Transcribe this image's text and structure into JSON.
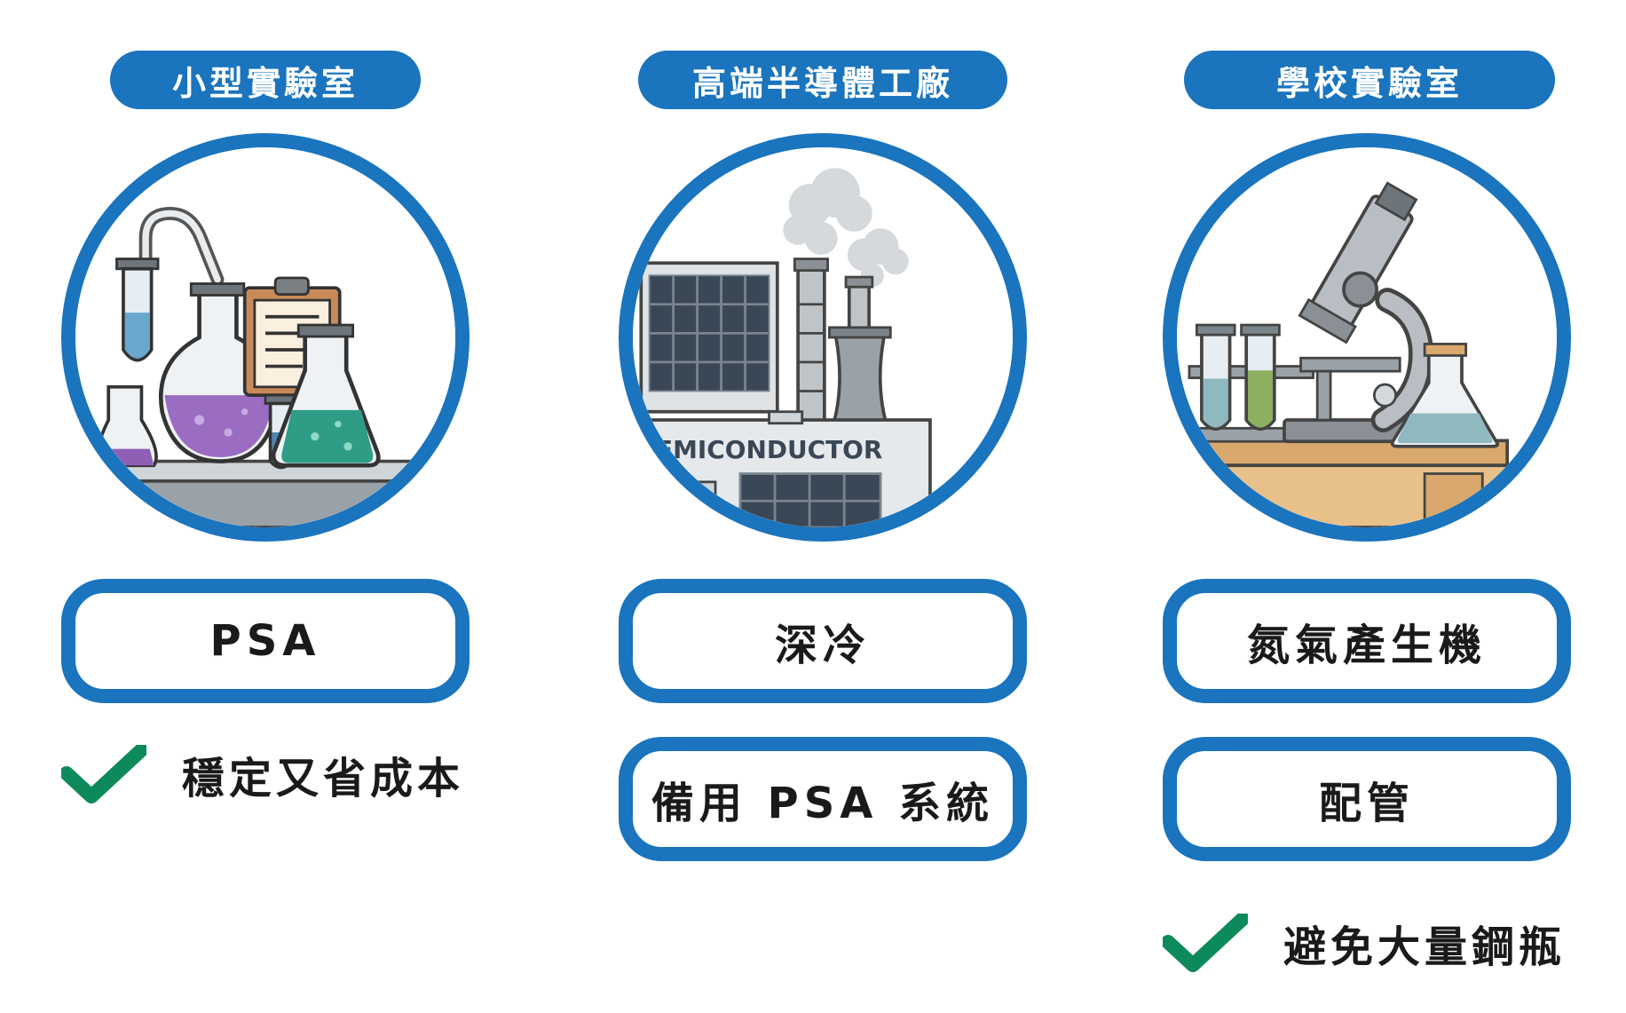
{
  "columns": [
    {
      "title": "小型實驗室",
      "methods": [
        "PSA"
      ],
      "benefit": "穩定又省成本"
    },
    {
      "title": "高端半導體工廠",
      "methods": [
        "深冷",
        "備用 PSA 系統"
      ],
      "building_sign": "EMICONDUCTOR"
    },
    {
      "title": "學校實驗室",
      "methods": [
        "氮氣產生機",
        "配管"
      ],
      "benefit": "避免大量鋼瓶"
    }
  ],
  "icons": {
    "column_1": "laboratory-glassware-icon",
    "column_2": "semiconductor-factory-icon",
    "column_3": "microscope-lab-icon",
    "benefit_mark": "check-icon"
  },
  "colors": {
    "accent": "#1a74be",
    "check": "#0d8a5a",
    "text": "#1a1a1a"
  }
}
